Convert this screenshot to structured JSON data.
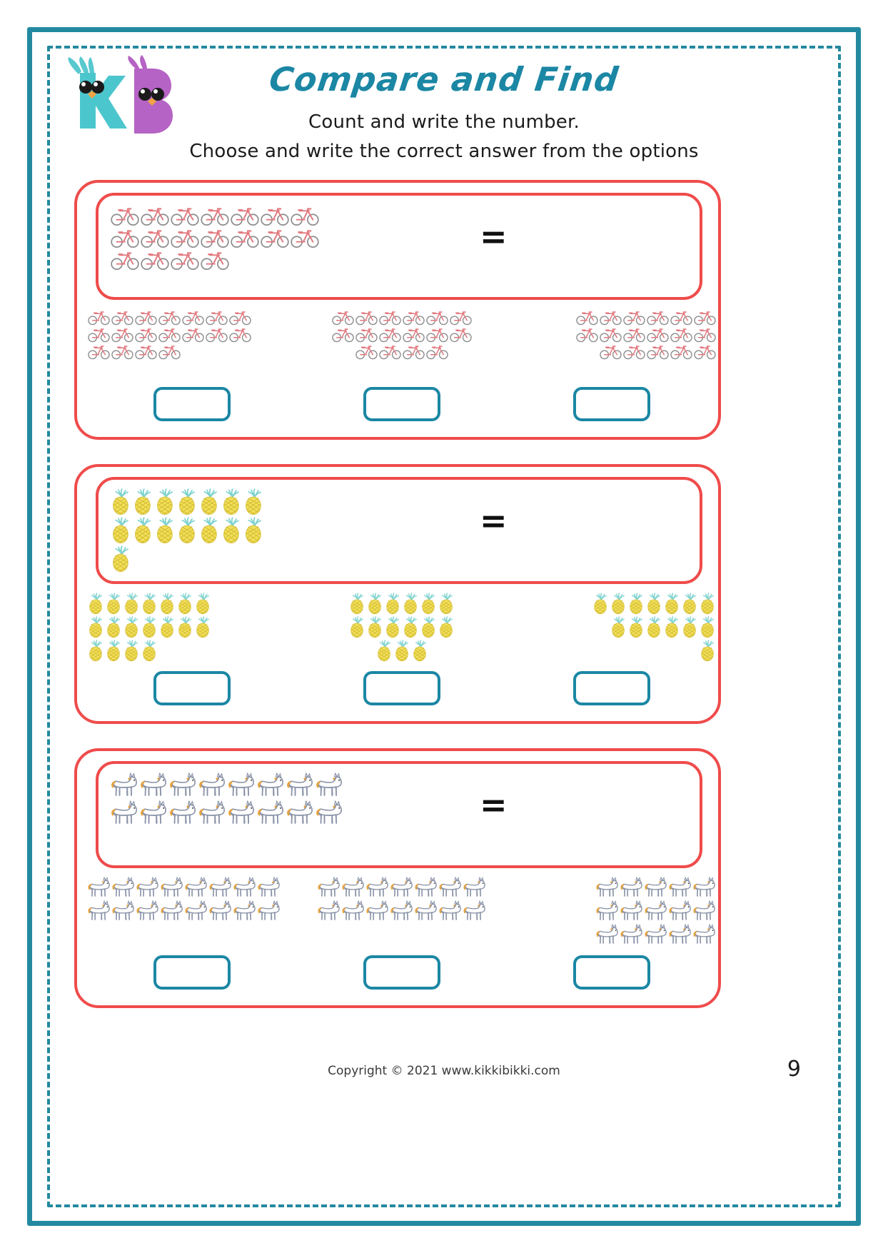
{
  "header": {
    "logo_alt": "kikkibikki-kb-birds-logo",
    "title": "Compare and Find",
    "subtitle_1": "Count and write the number.",
    "subtitle_2": "Choose and write the correct answer from the options"
  },
  "colors": {
    "frame_teal": "#2389a0",
    "title_teal": "#1b87a4",
    "box_red": "#ef4b4b",
    "answer_teal": "#1b87a4",
    "bicycle_pink": "#e2797f",
    "bicycle_gray": "#8d8d8d",
    "pineapple_yellow": "#f0e05a",
    "pineapple_leaf": "#7fd3cf",
    "horse_body": "#fdfdfd",
    "horse_outline": "#8a93a8",
    "horse_mane": "#e8a33d"
  },
  "equals_sign": "=",
  "exercises": [
    {
      "id": "bicycles",
      "icon": "bicycle-icon",
      "prompt": {
        "rows": [
          7,
          7,
          4
        ],
        "total": 18
      },
      "options": [
        {
          "label": "option-a",
          "rows": [
            7,
            7,
            4
          ],
          "total": 18,
          "align": "left",
          "answer_value": ""
        },
        {
          "label": "option-b",
          "rows": [
            6,
            6,
            4
          ],
          "total": 16,
          "align": "center",
          "answer_value": ""
        },
        {
          "label": "option-c",
          "rows": [
            6,
            6,
            5
          ],
          "total": 17,
          "align": "right",
          "answer_value": ""
        }
      ]
    },
    {
      "id": "pineapples",
      "icon": "pineapple-icon",
      "prompt": {
        "rows": [
          7,
          7,
          1
        ],
        "total": 15
      },
      "options": [
        {
          "label": "option-a",
          "rows": [
            7,
            7,
            4
          ],
          "total": 18,
          "align": "left",
          "answer_value": ""
        },
        {
          "label": "option-b",
          "rows": [
            6,
            6,
            3
          ],
          "total": 15,
          "align": "center",
          "answer_value": ""
        },
        {
          "label": "option-c",
          "rows": [
            7,
            6,
            1
          ],
          "total": 14,
          "align": "right",
          "answer_value": ""
        }
      ]
    },
    {
      "id": "horses",
      "icon": "horse-icon",
      "prompt": {
        "rows": [
          8,
          8
        ],
        "total": 16
      },
      "options": [
        {
          "label": "option-a",
          "rows": [
            8,
            8
          ],
          "total": 16,
          "align": "left",
          "answer_value": ""
        },
        {
          "label": "option-b",
          "rows": [
            7,
            7
          ],
          "total": 14,
          "align": "center",
          "answer_value": ""
        },
        {
          "label": "option-c",
          "rows": [
            5,
            5,
            5
          ],
          "total": 15,
          "align": "right",
          "answer_value": ""
        }
      ]
    }
  ],
  "footer": {
    "copyright": "Copyright © 2021 www.kikkibikki.com",
    "page_number": "9"
  }
}
